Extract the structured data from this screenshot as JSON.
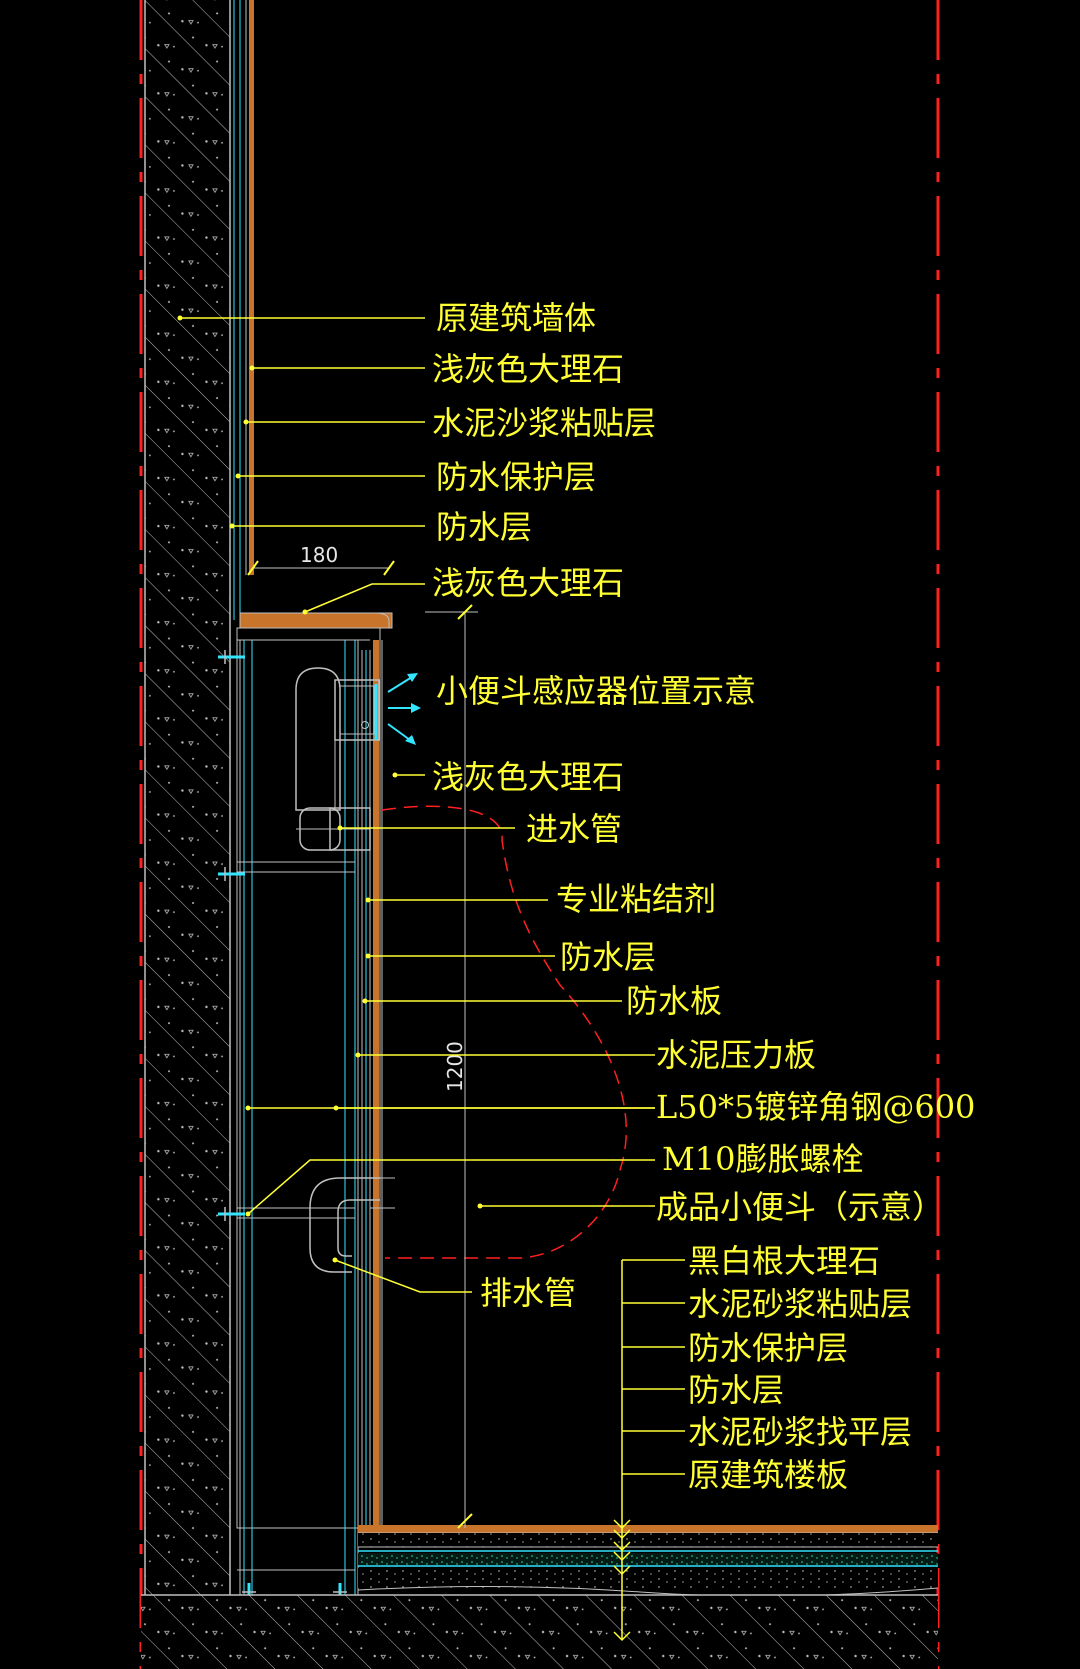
{
  "colors": {
    "background": "#000000",
    "label": "#ffff33",
    "frame": "#ff2020",
    "structure": "#c0c0c0",
    "cyan": "#33e6ff",
    "marble": "#c8742a",
    "urinal_outline": "#ff2020"
  },
  "dimensions": {
    "top_width": "180",
    "height": "1200"
  },
  "labels": {
    "l1": "原建筑墙体",
    "l2": "浅灰色大理石",
    "l3": "水泥沙浆粘贴层",
    "l4": "防水保护层",
    "l5": "防水层",
    "l6": "浅灰色大理石",
    "l7": "小便斗感应器位置示意",
    "l8": "浅灰色大理石",
    "l9": "进水管",
    "l10": "专业粘结剂",
    "l11": "防水层",
    "l12": "防水板",
    "l13": "水泥压力板",
    "l14": "L50*5镀锌角钢@600",
    "l15": "M10膨胀螺栓",
    "l16": "成品小便斗（示意）",
    "l17": "排水管"
  },
  "floor_labels": {
    "f1": "黑白根大理石",
    "f2": "水泥砂浆粘贴层",
    "f3": "防水保护层",
    "f4": "防水层",
    "f5": "水泥砂浆找平层",
    "f6": "原建筑楼板"
  }
}
